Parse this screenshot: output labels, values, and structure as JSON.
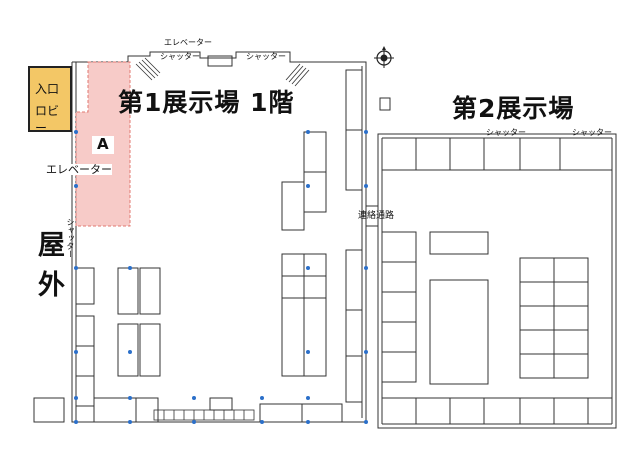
{
  "hall1": {
    "title": "第1展示場 1階"
  },
  "hall2": {
    "title": "第2展示場"
  },
  "entrance": {
    "line1": "入口",
    "line2": "ロビー"
  },
  "area": {
    "label": "A"
  },
  "labels": {
    "elevator_top": "エレベーター",
    "elevator_left": "エレベーター",
    "shutter_top_left": "シャッター",
    "shutter_top_right": "シャッター",
    "shutter_left": "シャッター",
    "shutter_hall2_left": "シャッター",
    "shutter_hall2_right": "シャッター",
    "corridor": "連絡通路",
    "outside_1": "屋",
    "outside_2": "外"
  },
  "colors": {
    "entrance": "#f3c766",
    "area_fill": "#f4b9b5",
    "area_stroke": "#e07a72",
    "column": "#2b6fc9",
    "wall": "#333333"
  },
  "icons": {
    "compass": "compass-icon"
  }
}
